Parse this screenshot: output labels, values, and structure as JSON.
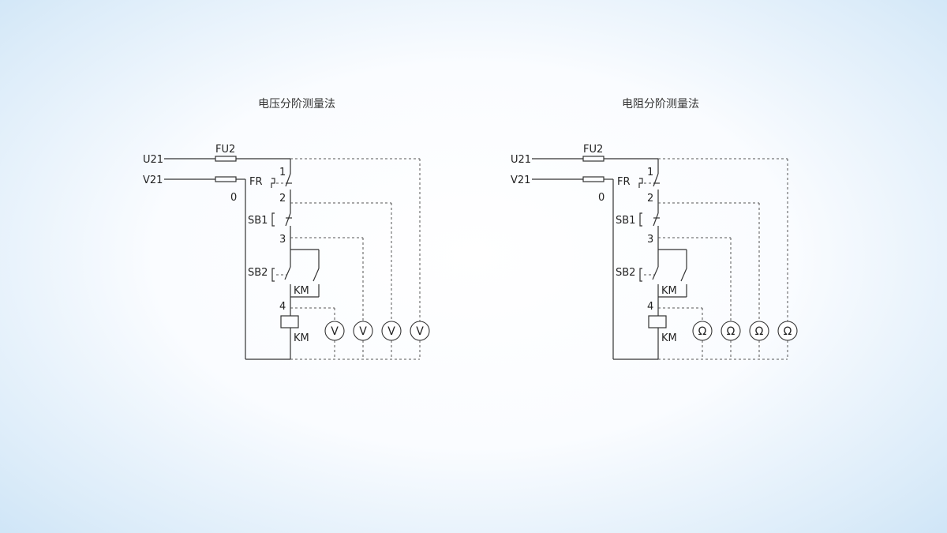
{
  "diagrams": [
    {
      "title": "电压分阶测量法",
      "meter_symbol": "V",
      "labels": {
        "u_line": "U21",
        "v_line": "V21",
        "fuse": "FU2",
        "zero": "0",
        "fr": "FR",
        "sb1": "SB1",
        "sb2": "SB2",
        "km_contact": "KM",
        "km_coil": "KM",
        "n1": "1",
        "n2": "2",
        "n3": "3",
        "n4": "4"
      }
    },
    {
      "title": "电阻分阶测量法",
      "meter_symbol": "Ω",
      "labels": {
        "u_line": "U21",
        "v_line": "V21",
        "fuse": "FU2",
        "zero": "0",
        "fr": "FR",
        "sb1": "SB1",
        "sb2": "SB2",
        "km_contact": "KM",
        "km_coil": "KM",
        "n1": "1",
        "n2": "2",
        "n3": "3",
        "n4": "4"
      }
    }
  ]
}
